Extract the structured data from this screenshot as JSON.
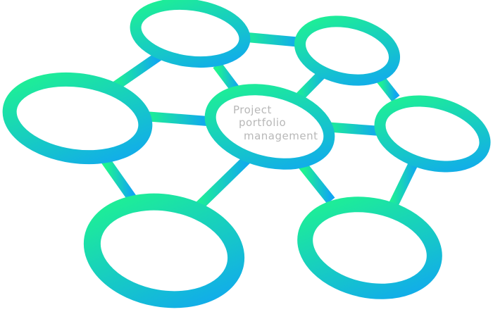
{
  "diagram": {
    "center_label": {
      "line1": "Project",
      "line2": "portfolio",
      "line3": "management"
    },
    "colors": {
      "gradient_start": "#1ff58e",
      "gradient_end": "#10a6f2",
      "label": "#b8b8b8",
      "background": "#ffffff"
    }
  }
}
